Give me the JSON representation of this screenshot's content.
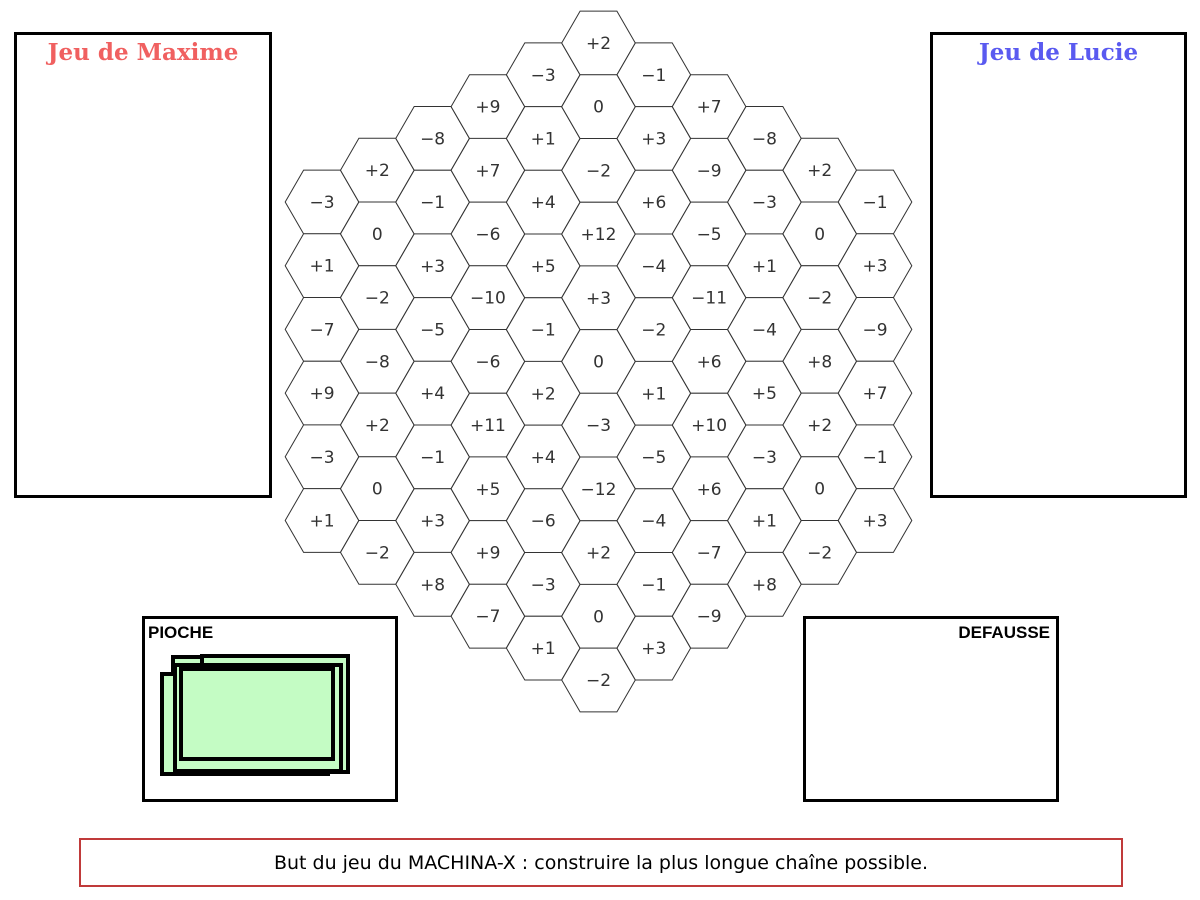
{
  "players": {
    "left": {
      "title": "Jeu de Maxime",
      "color": "#f06060"
    },
    "right": {
      "title": "Jeu de Lucie",
      "color": "#5a5af0"
    }
  },
  "piles": {
    "draw": {
      "label": "PIOCHE",
      "card_color": "#c4fcc4"
    },
    "discard": {
      "label": "DEFAUSSE"
    }
  },
  "board": {
    "columns": [
      [
        "−3",
        "+1",
        "−7",
        "+9",
        "−3",
        "+1"
      ],
      [
        "+2",
        "0",
        "−2",
        "−8",
        "+2",
        "0",
        "−2"
      ],
      [
        "−8",
        "−1",
        "+3",
        "−5",
        "+4",
        "−1",
        "+3",
        "+8"
      ],
      [
        "+9",
        "+7",
        "−6",
        "−10",
        "−6",
        "+11",
        "+5",
        "+9",
        "−7"
      ],
      [
        "−3",
        "+1",
        "+4",
        "+5",
        "−1",
        "+2",
        "+4",
        "−6",
        "−3",
        "+1"
      ],
      [
        "+2",
        "0",
        "−2",
        "+12",
        "+3",
        "0",
        "−3",
        "−12",
        "+2",
        "0",
        "−2"
      ],
      [
        "−1",
        "+3",
        "+6",
        "−4",
        "−2",
        "+1",
        "−5",
        "−4",
        "−1",
        "+3"
      ],
      [
        "+7",
        "−9",
        "−5",
        "−11",
        "+6",
        "+10",
        "+6",
        "−7",
        "−9"
      ],
      [
        "−8",
        "−3",
        "+1",
        "−4",
        "+5",
        "−3",
        "+1",
        "+8"
      ],
      [
        "+2",
        "0",
        "−2",
        "+8",
        "+2",
        "0",
        "−2"
      ],
      [
        "−1",
        "+3",
        "−9",
        "+7",
        "−1",
        "+3"
      ]
    ]
  },
  "banner": {
    "text": "But du jeu du MACHINA-X : construire la plus longue chaîne possible."
  }
}
